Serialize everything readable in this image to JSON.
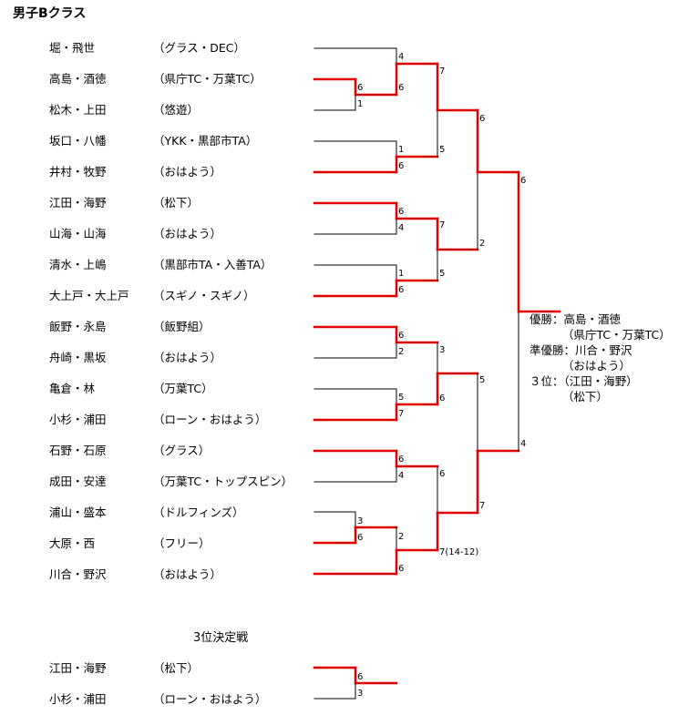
{
  "title": "男子Bクラス",
  "players": [
    {
      "name": "堀・飛世",
      "club": "（グラス・DEC）"
    },
    {
      "name": "高島・酒徳",
      "club": "（県庁TC・万葉TC）"
    },
    {
      "name": "松木・上田",
      "club": "（悠遊）"
    },
    {
      "name": "坂口・八幡",
      "club": "（YKK・黒部市TA）"
    },
    {
      "name": "井村・牧野",
      "club": "（おはよう）"
    },
    {
      "name": "江田・海野",
      "club": "（松下）"
    },
    {
      "name": "山海・山海",
      "club": "（おはよう）"
    },
    {
      "name": "清水・上嶋",
      "club": "（黒部市TA・入善TA）"
    },
    {
      "name": "大上戸・大上戸",
      "club": "（スギノ・スギノ）"
    },
    {
      "name": "飯野・永島",
      "club": "（飯野組）"
    },
    {
      "name": "舟崎・黒坂",
      "club": "（おはよう）"
    },
    {
      "name": "亀倉・林",
      "club": "（万葉TC）"
    },
    {
      "name": "小杉・浦田",
      "club": "（ローン・おはよう）"
    },
    {
      "name": "石野・石原",
      "club": "（グラス）"
    },
    {
      "name": "成田・安達",
      "club": "（万葉TC・トップスピン）"
    },
    {
      "name": "浦山・盛本",
      "club": "（ドルフィンズ）"
    },
    {
      "name": "大原・西",
      "club": "（フリー）"
    },
    {
      "name": "川合・野沢",
      "club": "（おはよう）"
    }
  ],
  "results": {
    "champion_label": "優勝：高島・酒徳",
    "champion_club": "（県庁TC・万葉TC）",
    "runnerup_label": "準優勝：川合・野沢",
    "runnerup_club": "（おはよう）",
    "third_label": "３位：（江田・海野）",
    "third_club": "（松下）"
  },
  "consolation": {
    "title": "3位決定戦",
    "players": [
      {
        "name": "江田・海野",
        "club": "（松下）"
      },
      {
        "name": "小杉・浦田",
        "club": "（ローン・おはよう）"
      }
    ]
  },
  "scores": {
    "r1a": {
      "top": "6",
      "bottom": "1"
    },
    "r1b": {
      "top": "3",
      "bottom": "6"
    },
    "r2": [
      "4",
      "6",
      "1",
      "6",
      "6",
      "4",
      "1",
      "6",
      "6",
      "2",
      "5",
      "7",
      "6",
      "4",
      "2",
      "6"
    ],
    "r3": [
      "7",
      "5",
      "7",
      "5",
      "3",
      "6",
      "6",
      "7(14-12)"
    ],
    "r4": [
      "6",
      "2",
      "5",
      "7"
    ],
    "r5": [
      "6",
      "4"
    ],
    "consolation": {
      "top": "6",
      "bottom": "3"
    }
  },
  "colors": {
    "winner_line": "#e00000",
    "loser_line": "#000000"
  }
}
